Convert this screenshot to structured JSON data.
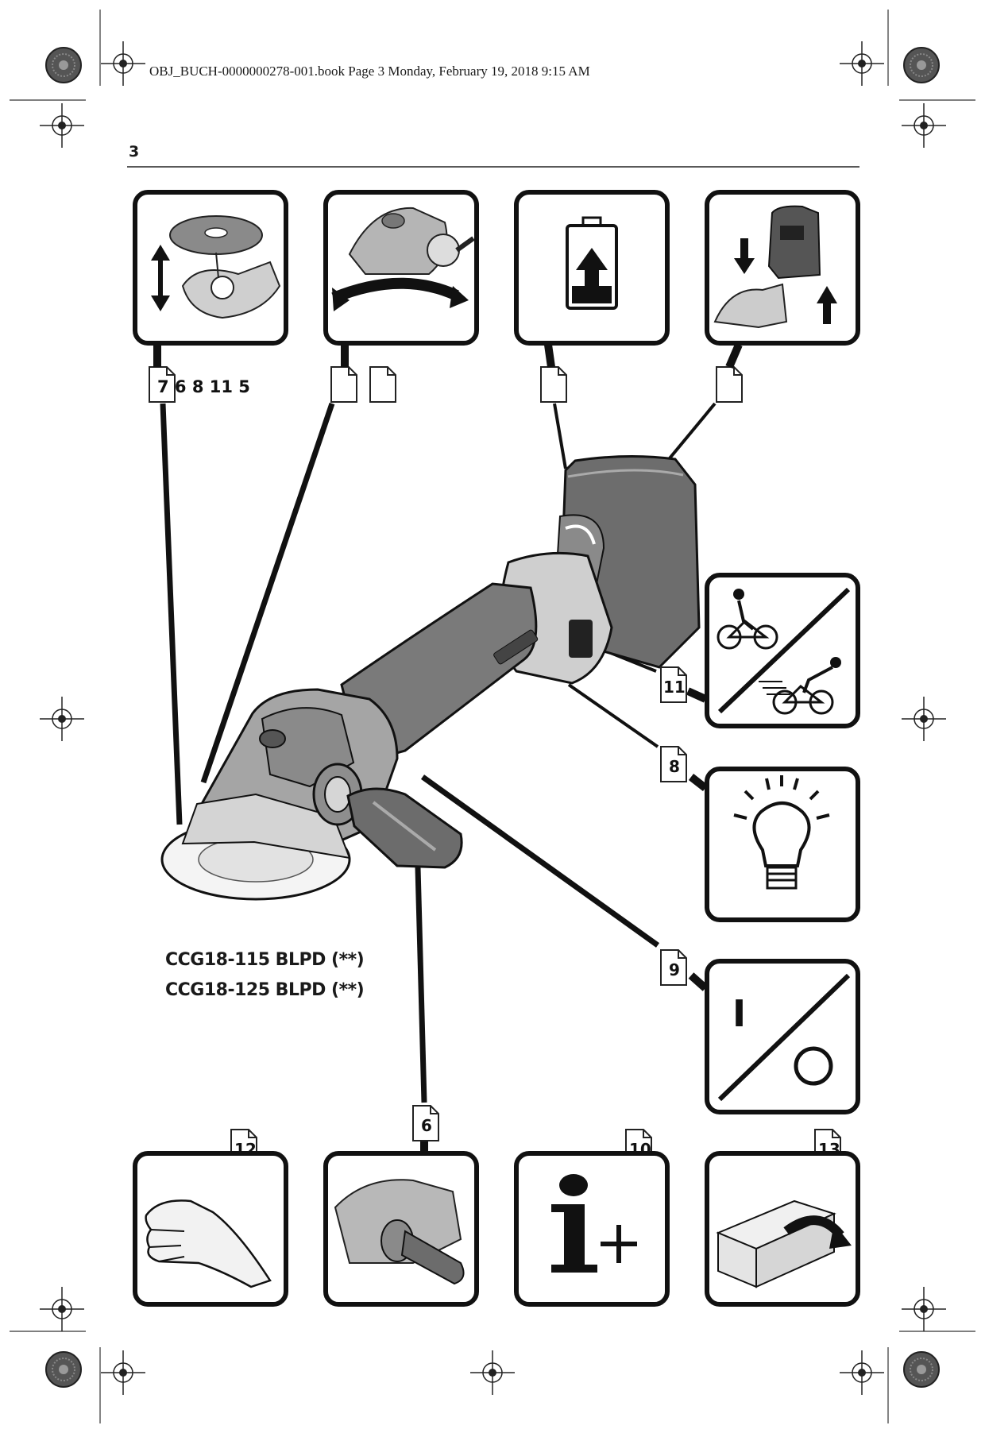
{
  "header": {
    "book_info": "OBJ_BUCH-0000000278-001.book  Page 3  Monday, February 19, 2018  9:15 AM",
    "page_number": "3"
  },
  "references": {
    "wheel_mount": "7 6 8 11 5",
    "handle": "6",
    "speed_dial": "11",
    "led_light": "8",
    "switch": "9",
    "information": "10",
    "hand_vibration": "12",
    "packaging": "13"
  },
  "models": [
    "CCG18-115 BLPD (**)",
    "CCG18-125 BLPD (**)"
  ],
  "icons": {
    "on_off_top": "I",
    "info": "i+"
  }
}
